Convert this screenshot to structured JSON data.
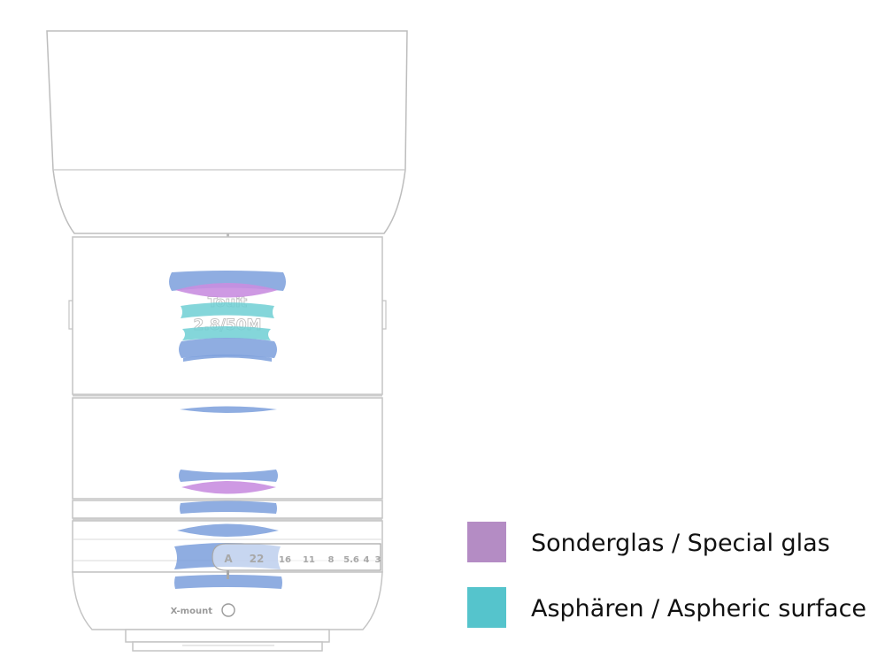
{
  "lens": {
    "brand_mark": "Touit",
    "model_mark": "2.8/50M",
    "mount_label": "X-mount",
    "aperture_scale": [
      "A",
      "22",
      "16",
      "11",
      "8",
      "5.6",
      "4",
      "3"
    ]
  },
  "legend": {
    "items": [
      {
        "label": "Sonderglas / Special glas",
        "color": "#b48cc4"
      },
      {
        "label": "Asphären / Aspheric surface",
        "color": "#55c4cc"
      }
    ]
  },
  "colors": {
    "standard_glass": "#7b9fdc",
    "special_glass": "#c98ee0",
    "aspheric_glass": "#6fcfd3",
    "outline": "#bdbdbd"
  }
}
